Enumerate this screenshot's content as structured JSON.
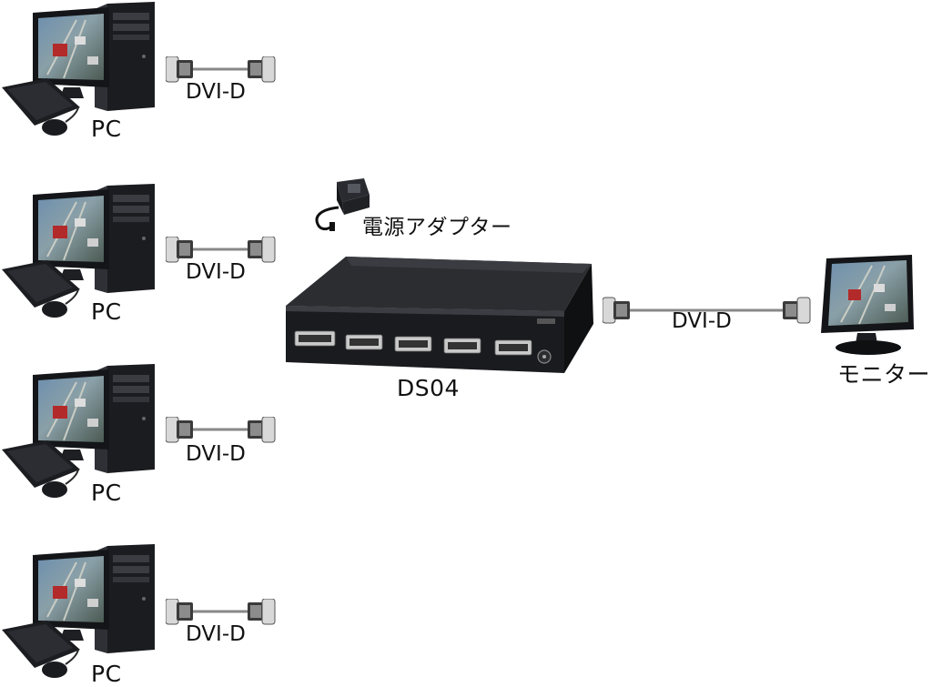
{
  "pcs": [
    {
      "label": "PC",
      "cable_label": "DVI-D"
    },
    {
      "label": "PC",
      "cable_label": "DVI-D"
    },
    {
      "label": "PC",
      "cable_label": "DVI-D"
    },
    {
      "label": "PC",
      "cable_label": "DVI-D"
    }
  ],
  "adapter": {
    "label": "電源アダプター"
  },
  "device": {
    "label": "DS04"
  },
  "output": {
    "cable_label": "DVI-D",
    "monitor_label": "モニター"
  }
}
